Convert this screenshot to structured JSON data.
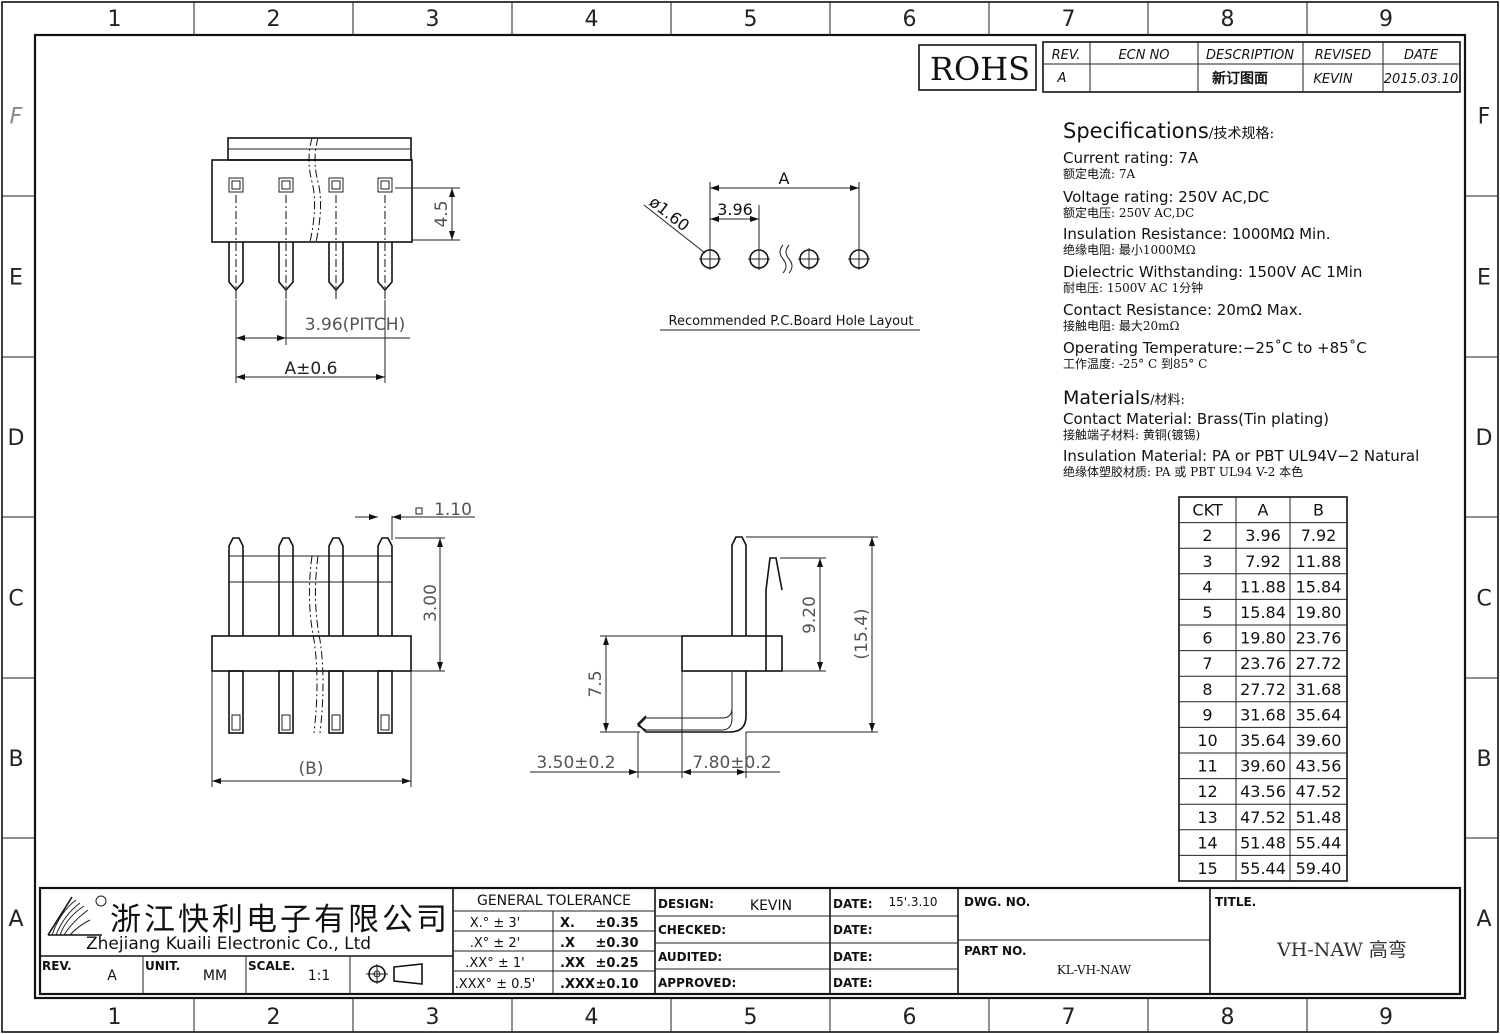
{
  "grid": {
    "cols": [
      "1",
      "2",
      "3",
      "4",
      "5",
      "6",
      "7",
      "8",
      "9"
    ],
    "rows": [
      "F",
      "E",
      "D",
      "C",
      "B",
      "A"
    ]
  },
  "rohs": "ROHS",
  "revision_table": {
    "headers": [
      "REV.",
      "ECN NO",
      "DESCRIPTION",
      "REVISED",
      "DATE"
    ],
    "row": [
      "A",
      "",
      "新订图面",
      "KEVIN",
      "2015.03.10"
    ]
  },
  "specs": {
    "title": "Specifications",
    "title_cn": "/技术规格:",
    "items": [
      {
        "en": "Current  rating:  7A",
        "cn": "额定电流: 7A"
      },
      {
        "en": "Voltage  rating:  250V  AC,DC",
        "cn": "额定电压: 250V AC,DC"
      },
      {
        "en": "Insulation  Resistance:  1000MΩ  Min.",
        "cn": "绝缘电阻: 最小1000MΩ"
      },
      {
        "en": "Dielectric  Withstanding:    1500V  AC    1Min",
        "cn": "耐电压: 1500V AC  1分钟"
      },
      {
        "en": "Contact  Resistance:    20mΩ  Max.",
        "cn": "接触电阻: 最大20mΩ"
      },
      {
        "en": "Operating  Temperature:−25˚C  to  +85˚C",
        "cn": "工作温度: -25° C 到85° C"
      }
    ],
    "materials_title": "Materials",
    "materials_title_cn": "/材料:",
    "materials": [
      {
        "en": "Contact  Material:  Brass(Tin  plating)",
        "cn": "接触端子材料: 黄铜(镀锡)"
      },
      {
        "en": "Insulation  Material:  PA  or  PBT  UL94V−2  Natural",
        "cn": "绝缘体塑胶材质: PA 或 PBT UL94 V-2 本色"
      }
    ]
  },
  "ckt_table": {
    "headers": [
      "CKT",
      "A",
      "B"
    ],
    "rows": [
      [
        "2",
        "3.96",
        "7.92"
      ],
      [
        "3",
        "7.92",
        "11.88"
      ],
      [
        "4",
        "11.88",
        "15.84"
      ],
      [
        "5",
        "15.84",
        "19.80"
      ],
      [
        "6",
        "19.80",
        "23.76"
      ],
      [
        "7",
        "23.76",
        "27.72"
      ],
      [
        "8",
        "27.72",
        "31.68"
      ],
      [
        "9",
        "31.68",
        "35.64"
      ],
      [
        "10",
        "35.64",
        "39.60"
      ],
      [
        "11",
        "39.60",
        "43.56"
      ],
      [
        "12",
        "43.56",
        "47.52"
      ],
      [
        "13",
        "47.52",
        "51.48"
      ],
      [
        "14",
        "51.48",
        "55.44"
      ],
      [
        "15",
        "55.44",
        "59.40"
      ]
    ]
  },
  "dims": {
    "front_height": "4.5",
    "pitch": "3.96(PITCH)",
    "a_tol": "A±0.6",
    "hole_dia": "ø1.60",
    "hole_pitch": "3.96",
    "hole_a": "A",
    "pcb_caption": "Recommended  P.C.Board Hole  Layout",
    "pin_square": "1.10",
    "pin_up": "3.00",
    "b_dim": "(B)",
    "side_92": "9.20",
    "side_154": "(15.4)",
    "side_75": "7.5",
    "side_350": "3.50±0.2",
    "side_780": "7.80±0.2"
  },
  "title_block": {
    "company_cn": "浙江快利电子有限公司",
    "company_en": "Zhejiang  Kuaili  Electronic  Co.,  Ltd",
    "rev_label": "REV.",
    "rev_value": "A",
    "unit_label": "UNIT.",
    "unit_value": "MM",
    "scale_label": "SCALE.",
    "scale_value": "1:1",
    "tolerance_title": "GENERAL  TOLERANCE",
    "tolerances": [
      [
        "X.° ± 3'",
        "X.",
        "±0.35"
      ],
      [
        ".X° ± 2'",
        ".X",
        "±0.30"
      ],
      [
        ".XX° ± 1'",
        ".XX",
        "±0.25"
      ],
      [
        ".XXX° ± 0.5'",
        ".XXX",
        "±0.10"
      ]
    ],
    "design_label": "DESIGN:",
    "design_value": "KEVIN",
    "checked_label": "CHECKED:",
    "audited_label": "AUDITED:",
    "approved_label": "APPROVED:",
    "date_label": "DATE:",
    "date_value": "15'.3.10",
    "dwg_label": "DWG. NO.",
    "part_label": "PART NO.",
    "part_value": "KL-VH-NAW",
    "title_label": "TITLE.",
    "title_value": "VH-NAW  高弯"
  }
}
